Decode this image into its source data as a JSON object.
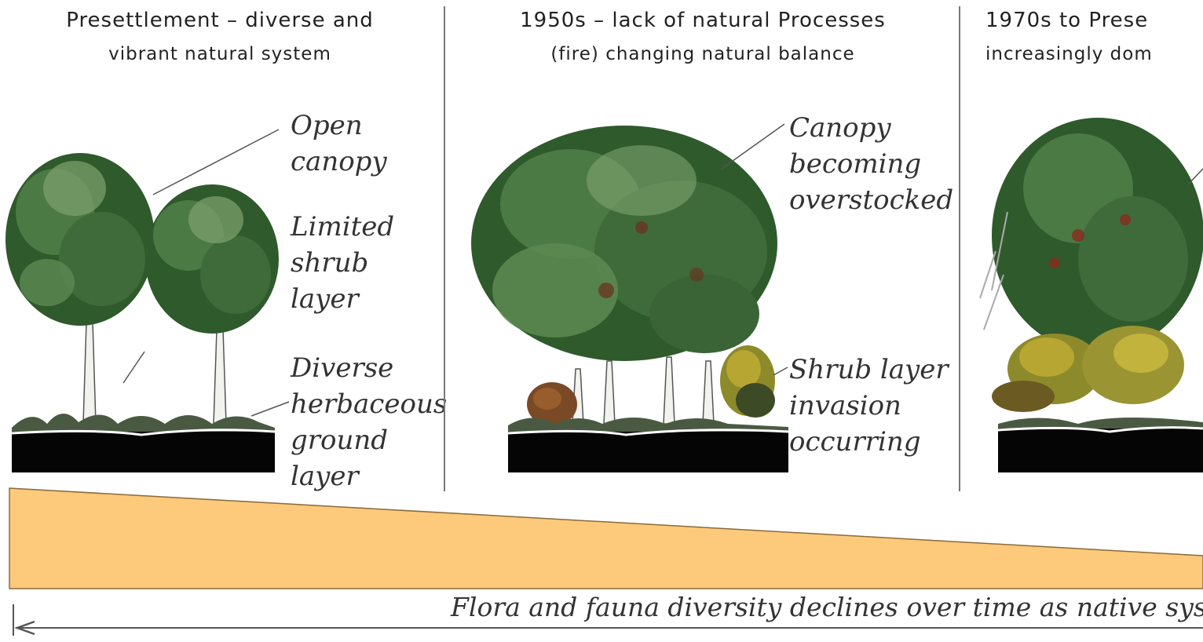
{
  "panels": [
    {
      "title_line1": "Presettlement – diverse and",
      "title_line2": "vibrant natural system",
      "annotations": [
        {
          "lines": [
            "Open",
            "canopy"
          ]
        },
        {
          "lines": [
            "Limited",
            "shrub",
            "layer"
          ]
        },
        {
          "lines": [
            "Diverse",
            "herbaceous",
            "ground",
            "layer"
          ]
        }
      ]
    },
    {
      "title_line1": "1950s – lack of natural Processes",
      "title_line2": "(fire) changing natural balance",
      "annotations": [
        {
          "lines": [
            "Canopy",
            "becoming",
            "overstocked"
          ]
        },
        {
          "lines": [
            "Shrub layer",
            "invasion",
            "occurring"
          ]
        }
      ]
    },
    {
      "title_line1": "1970s to Prese",
      "title_line2": "increasingly dom",
      "annotations": []
    }
  ],
  "caption": "Flora and fauna diversity declines over time as native systen",
  "colors": {
    "wedge_fill": "#fdc97a",
    "wedge_stroke": "#8a6a3a",
    "canopy_dark": "#2f5a2c",
    "canopy_mid": "#4b7a45",
    "canopy_light": "#7fa36f",
    "shrub_yellow": "#b7a732",
    "shrub_brown": "#7a4a26",
    "soil": "#050505",
    "divider": "#777777"
  }
}
